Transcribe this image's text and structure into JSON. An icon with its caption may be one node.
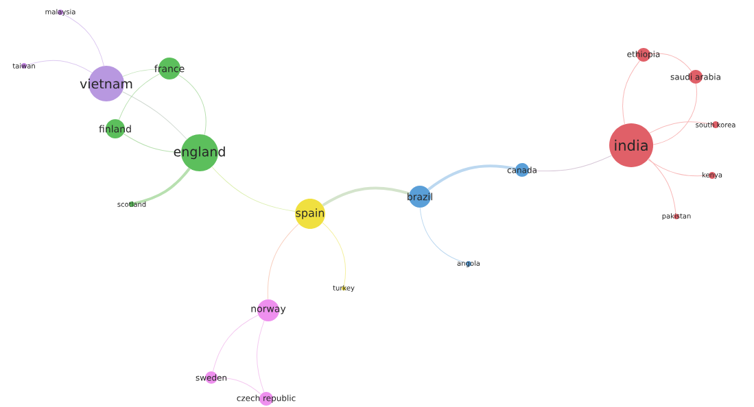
{
  "diagram": {
    "nodes": [
      {
        "text": [
          "malaysia"
        ]
      },
      {
        "text": [
          "taiwan"
        ]
      },
      {
        "text": [
          "vietnam"
        ]
      },
      {
        "text": [
          "france"
        ]
      },
      {
        "text": [
          "finland"
        ]
      },
      {
        "text": [
          "england"
        ]
      },
      {
        "text": [
          "scotland"
        ]
      },
      {
        "text": [
          "spain"
        ]
      },
      {
        "text": [
          "brazil"
        ]
      },
      {
        "text": [
          "canada"
        ]
      },
      {
        "text": [
          "india"
        ]
      },
      {
        "text": [
          "ethiopia"
        ]
      },
      {
        "text": [
          "saudi arabia"
        ]
      },
      {
        "text": [
          "south korea"
        ]
      },
      {
        "text": [
          "kenya"
        ]
      },
      {
        "text": [
          "pakistan"
        ]
      },
      {
        "text": [
          "angola"
        ]
      },
      {
        "text": [
          "turkey"
        ]
      },
      {
        "text": [
          "norway"
        ]
      },
      {
        "text": [
          "sweden"
        ]
      },
      {
        "text": [
          "czech republic"
        ]
      }
    ],
    "edges": [
      {
        "from": 0,
        "to": 2,
        "arrow": "none",
        "color": "#dcc8f0"
      },
      {
        "from": 1,
        "to": 2,
        "arrow": "none",
        "color": "#dcc8f0"
      },
      {
        "from": 2,
        "to": 3,
        "arrow": "none",
        "color": "#c8e6c0"
      },
      {
        "from": 2,
        "to": 5,
        "arrow": "none",
        "color": "#cfd8d0"
      },
      {
        "from": 3,
        "to": 4,
        "arrow": "none",
        "color": "#b8e0b0"
      },
      {
        "from": 3,
        "to": 5,
        "arrow": "none",
        "color": "#b8e0b0"
      },
      {
        "from": 4,
        "to": 5,
        "arrow": "none",
        "color": "#b8e0b0"
      },
      {
        "from": 6,
        "to": 5,
        "arrow": "none",
        "style": "thick",
        "color": "#b8e0b0"
      },
      {
        "from": 5,
        "to": 7,
        "arrow": "none",
        "color": "#dcefb0"
      },
      {
        "from": 7,
        "to": 8,
        "arrow": "none",
        "style": "thick",
        "color": "#d4e4cc"
      },
      {
        "from": 8,
        "to": 9,
        "arrow": "none",
        "style": "thick",
        "color": "#bcd8f0"
      },
      {
        "from": 9,
        "to": 10,
        "arrow": "none",
        "color": "#d8c8d8"
      },
      {
        "from": 8,
        "to": 16,
        "arrow": "none",
        "color": "#bcd8f0"
      },
      {
        "from": 7,
        "to": 17,
        "arrow": "none",
        "color": "#f4f0a0"
      },
      {
        "from": 7,
        "to": 18,
        "arrow": "none",
        "color": "#f8d0c0"
      },
      {
        "from": 18,
        "to": 19,
        "arrow": "none",
        "color": "#f4c8f0"
      },
      {
        "from": 18,
        "to": 20,
        "arrow": "none",
        "color": "#f4c8f0"
      },
      {
        "from": 19,
        "to": 20,
        "arrow": "none",
        "color": "#f4c8f0"
      },
      {
        "from": 10,
        "to": 11,
        "arrow": "none",
        "color": "#f8b8b8"
      },
      {
        "from": 11,
        "to": 12,
        "arrow": "none",
        "color": "#f8b8b8"
      },
      {
        "from": 12,
        "to": 10,
        "arrow": "none",
        "color": "#f8b8b8"
      },
      {
        "from": 10,
        "to": 13,
        "arrow": "none",
        "color": "#f8b8b8"
      },
      {
        "from": 10,
        "to": 14,
        "arrow": "none",
        "color": "#f8b8b8"
      },
      {
        "from": 10,
        "to": 15,
        "arrow": "none",
        "color": "#f8b8b8"
      }
    ]
  }
}
